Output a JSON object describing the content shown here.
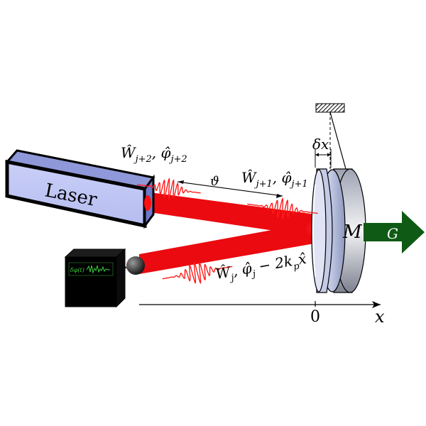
{
  "laser": {
    "label": "Laser"
  },
  "pulses": {
    "j_plus_2": "Ŵ",
    "j_plus_2_sub": "j+2",
    "j_plus_2_phase": ", φ̂",
    "j_plus_2_phase_sub": "j+2",
    "theta": "ϑ",
    "j_plus_1": "Ŵ",
    "j_plus_1_sub": "j+1",
    "j_plus_1_phase": ", φ̂",
    "j_plus_1_phase_sub": "j+1",
    "j": "Ŵ",
    "j_sub": "j",
    "j_phase": ", φ̂",
    "j_phase_sub": "j",
    "j_phase_rest": " − 2k",
    "j_phase_rest_sub": "p",
    "j_phase_tail": "x̂"
  },
  "mirror": {
    "label": "M",
    "displacement": "δx"
  },
  "force": {
    "label": "G"
  },
  "axis": {
    "origin": "0",
    "label": "x"
  },
  "detector": {
    "screen_text": "δφ(t)"
  },
  "colors": {
    "beam": "#e8000d",
    "laser_body": "#9aa6f2",
    "arrow": "#0f5a14",
    "screen_trace": "#3cd23c"
  }
}
